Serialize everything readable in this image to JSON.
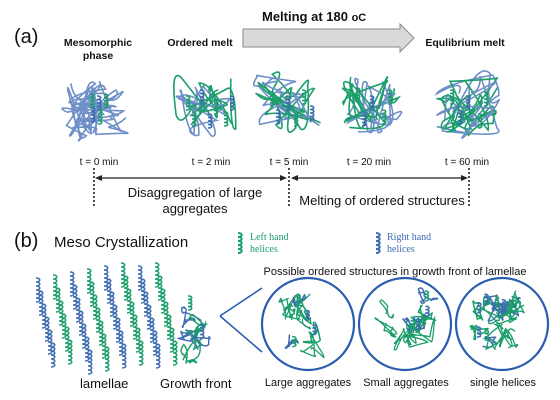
{
  "panel_a": {
    "label": "(a)",
    "melting_arrow_label": "Melting at 180 ",
    "melting_unit": "oC",
    "stages": [
      {
        "title_line1": "Mesomorphic",
        "title_line2": "phase",
        "time": "t = 0 min"
      },
      {
        "title_line1": "Ordered melt",
        "title_line2": "",
        "time": "t = 2 min"
      },
      {
        "title_line1": "",
        "title_line2": "",
        "time": "t = 5 min"
      },
      {
        "title_line1": "",
        "title_line2": "",
        "time": "t = 20 min"
      },
      {
        "title_line1": "Equlibrium melt",
        "title_line2": "",
        "time": "t = 60 min"
      }
    ],
    "segment_left_line1": "Disaggregation of large",
    "segment_left_line2": "aggregates",
    "segment_right": "Melting of ordered structures"
  },
  "panel_b": {
    "label": "(b)",
    "title": "Meso Crystallization",
    "legend_left_line1": "Left hand",
    "legend_left_line2": "helices",
    "legend_right_line1": "Right hand",
    "legend_right_line2": "helices",
    "growth_title": "Possible ordered structures in growth front of lamellae",
    "lamellae_label": "lamellae",
    "growth_front_label": "Growth front",
    "circle_labels": [
      "Large aggregates",
      "Small aggregates",
      "single helices"
    ]
  },
  "colors": {
    "left_hand": "#1a9e6a",
    "right_hand": "#3e6cb0",
    "coil": "#6f8fc8",
    "circle_border": "#2a5db0",
    "arrow_fill": "#d7d7d7"
  }
}
